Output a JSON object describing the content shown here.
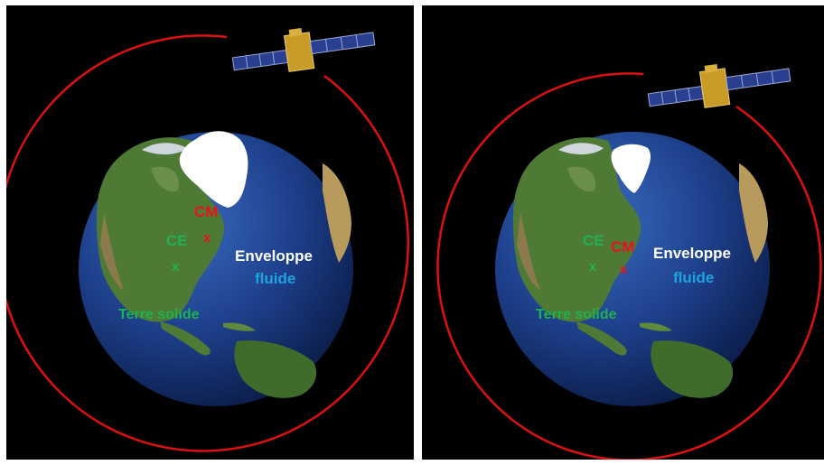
{
  "colors": {
    "orbit": "#e01010",
    "ocean": "#1c3d86",
    "land_green": "#4f7a35",
    "land_dry": "#8c7a4c",
    "ice": "#ffffff",
    "cm_label": "#e8141a",
    "ce_label": "#1fb050",
    "envelope_label": "#ffffff",
    "fluide_label": "#1fa3e0",
    "terre_label": "#1fb050"
  },
  "icons": [
    "satellite-icon",
    "earth-globe",
    "ice-sheet",
    "orbit-ring",
    "center-marker-cross"
  ],
  "panels": [
    {
      "id": "left",
      "ice_sheet": "large",
      "labels": {
        "cm": "CM",
        "ce": "CE",
        "envelope": "Enveloppe",
        "fluide": "fluide",
        "terre_solide": "Terre solide",
        "marker": "x"
      }
    },
    {
      "id": "right",
      "ice_sheet": "small",
      "labels": {
        "cm": "CM",
        "ce": "CE",
        "envelope": "Enveloppe",
        "fluide": "fluide",
        "terre_solide": "Terre solide",
        "marker": "x"
      }
    }
  ]
}
